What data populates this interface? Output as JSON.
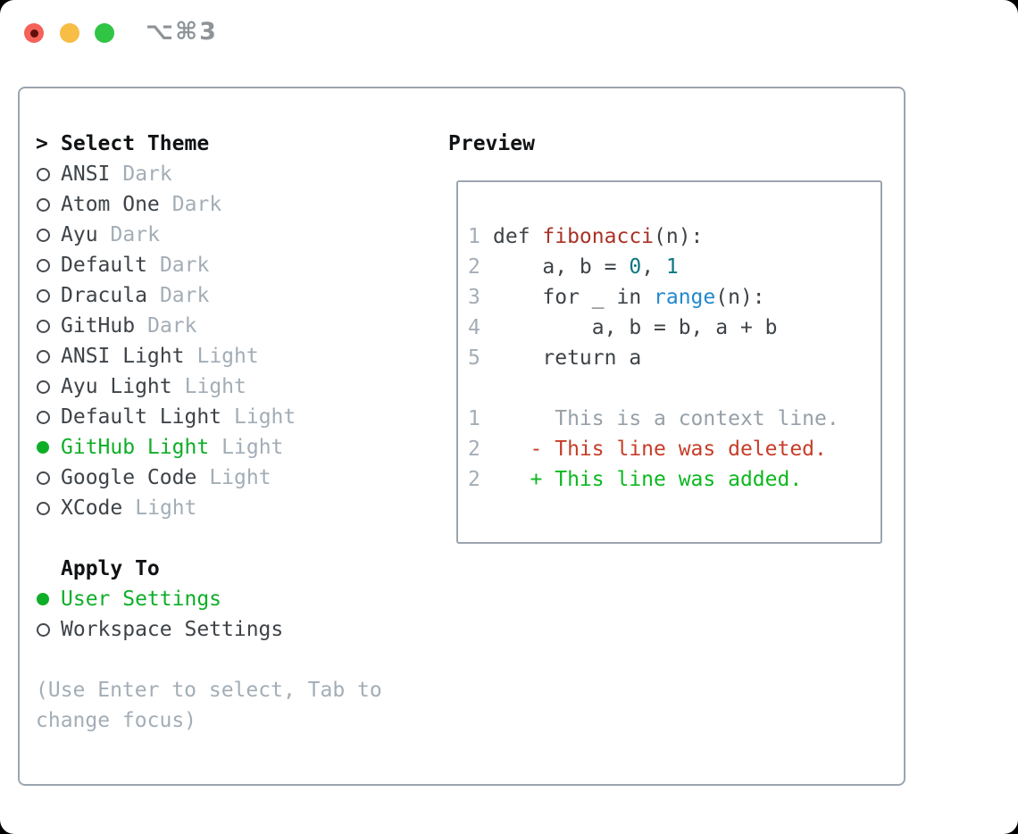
{
  "window": {
    "title_shortcut": "⌥⌘3"
  },
  "traffic_lights": {
    "close": "close-button",
    "minimize": "minimize-button",
    "zoom": "zoom-button",
    "close_has_unsaved_dot": true
  },
  "theme_panel": {
    "header": {
      "prefix": ">",
      "label": "Select Theme"
    },
    "themes": [
      {
        "name": "ANSI",
        "variant": "Dark",
        "selected": false
      },
      {
        "name": "Atom One",
        "variant": "Dark",
        "selected": false
      },
      {
        "name": "Ayu",
        "variant": "Dark",
        "selected": false
      },
      {
        "name": "Default",
        "variant": "Dark",
        "selected": false
      },
      {
        "name": "Dracula",
        "variant": "Dark",
        "selected": false
      },
      {
        "name": "GitHub",
        "variant": "Dark",
        "selected": false
      },
      {
        "name": "ANSI Light",
        "variant": "Light",
        "selected": false
      },
      {
        "name": "Ayu Light",
        "variant": "Light",
        "selected": false
      },
      {
        "name": "Default Light",
        "variant": "Light",
        "selected": false
      },
      {
        "name": "GitHub Light",
        "variant": "Light",
        "selected": true
      },
      {
        "name": "Google Code",
        "variant": "Light",
        "selected": false
      },
      {
        "name": "XCode",
        "variant": "Light",
        "selected": false
      }
    ],
    "apply_to": {
      "label": "Apply To",
      "options": [
        {
          "label": "User Settings",
          "selected": true
        },
        {
          "label": "Workspace Settings",
          "selected": false
        }
      ]
    },
    "help_lines": [
      "(Use Enter to select, Tab to",
      "change focus)"
    ]
  },
  "preview": {
    "title": "Preview",
    "lines": [
      {
        "num": "1",
        "tokens": [
          [
            "def ",
            "code"
          ],
          [
            "fibonacci",
            "function"
          ],
          [
            "(n):",
            "code"
          ]
        ]
      },
      {
        "num": "2",
        "tokens": [
          [
            "    a, b = ",
            "code"
          ],
          [
            "0",
            "number"
          ],
          [
            ", ",
            "code"
          ],
          [
            "1",
            "number"
          ]
        ]
      },
      {
        "num": "3",
        "tokens": [
          [
            "    for _ in ",
            "code"
          ],
          [
            "range",
            "builtin"
          ],
          [
            "(n):",
            "code"
          ]
        ]
      },
      {
        "num": "4",
        "tokens": [
          [
            "        a, b = b, a + b",
            "code"
          ]
        ]
      },
      {
        "num": "5",
        "tokens": [
          [
            "    return a",
            "code"
          ]
        ]
      },
      {
        "num": "",
        "tokens": []
      },
      {
        "num": "1",
        "tokens": [
          [
            "     This is a context line.",
            "context"
          ]
        ]
      },
      {
        "num": "2",
        "tokens": [
          [
            "   - This line was deleted.",
            "deleted"
          ]
        ]
      },
      {
        "num": "2",
        "tokens": [
          [
            "   + This line was added.",
            "added"
          ]
        ]
      }
    ]
  },
  "colors": {
    "selection_green": "#0fae28",
    "added_green": "#0db81f",
    "deleted_red": "#c63d28",
    "function_red": "#a93226",
    "builtin_blue": "#2289cd",
    "number_teal": "#0d7680",
    "text_dark": "#3e4348",
    "muted_gray": "#a3adb6",
    "context_gray": "#97a0a8",
    "border_gray": "#9ca5af",
    "traffic_red": "#f4625a",
    "traffic_red_dot": "#5f100b",
    "traffic_yellow": "#f7bd45",
    "traffic_green": "#31c546",
    "title_gray": "#8e9397"
  }
}
